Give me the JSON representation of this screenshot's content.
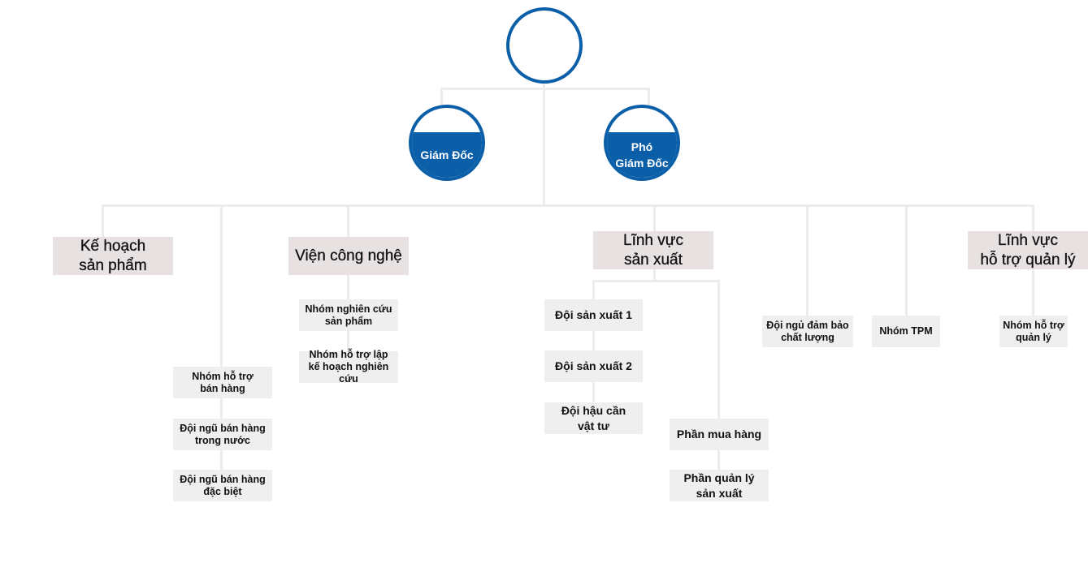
{
  "colors": {
    "accent": "#0b5ea8",
    "dept_box": "#e7e1e1",
    "team_box": "#efefef",
    "connector": "#ececec"
  },
  "top": {
    "label": ""
  },
  "executives": [
    {
      "label": "Giám Đốc"
    },
    {
      "label": "Phó\nGiám Đốc"
    }
  ],
  "departments": {
    "product_planning": {
      "label": "Kế hoạch\nsản phẩm"
    },
    "sales_teams": [
      {
        "label": "Nhóm hỗ trợ\nbán hàng"
      },
      {
        "label": "Đội ngũ bán hàng\ntrong nước"
      },
      {
        "label": "Đội ngũ bán hàng\nđặc biệt"
      }
    ],
    "tech_institute": {
      "label": "Viện công nghệ",
      "children": [
        {
          "label": "Nhóm nghiên cứu\nsản phẩm"
        },
        {
          "label": "Nhóm hỗ trợ lập\nkế hoạch nghiên cứu"
        }
      ]
    },
    "production": {
      "label": "Lĩnh vực\nsản xuất",
      "left_children": [
        {
          "label": "Đội sản xuất 1"
        },
        {
          "label": "Đội sản xuất 2"
        },
        {
          "label": "Đội hậu cần\nvật tư"
        }
      ],
      "right_children": [
        {
          "label": "Phần mua hàng"
        },
        {
          "label": "Phần quản lý\nsản xuất"
        }
      ]
    },
    "quality": {
      "label": "Đội ngủ đảm bảo\nchất lượng"
    },
    "tpm": {
      "label": "Nhóm TPM"
    },
    "admin_support": {
      "label": "Lĩnh vực\nhỗ trợ quản lý",
      "children": [
        {
          "label": "Nhóm hỗ trợ\nquản lý"
        }
      ]
    }
  }
}
